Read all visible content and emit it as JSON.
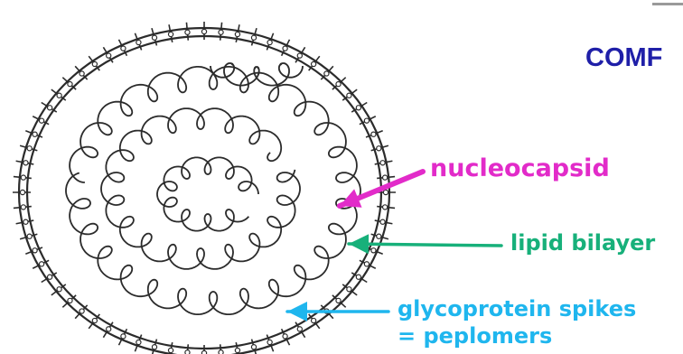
{
  "title_partial": "COMF",
  "labels": {
    "nucleocapsid": "nucleocapsid",
    "lipid_bilayer": "lipid bilayer",
    "glycoprotein_line1": "glycoprotein spikes",
    "glycoprotein_line2": "= peplomers"
  },
  "colors": {
    "title": "#1f1fa8",
    "nucleocapsid": "#e22bc9",
    "lipid_bilayer": "#17b07a",
    "glycoprotein": "#1fb6ee",
    "drawing": "#2b2b2b"
  }
}
